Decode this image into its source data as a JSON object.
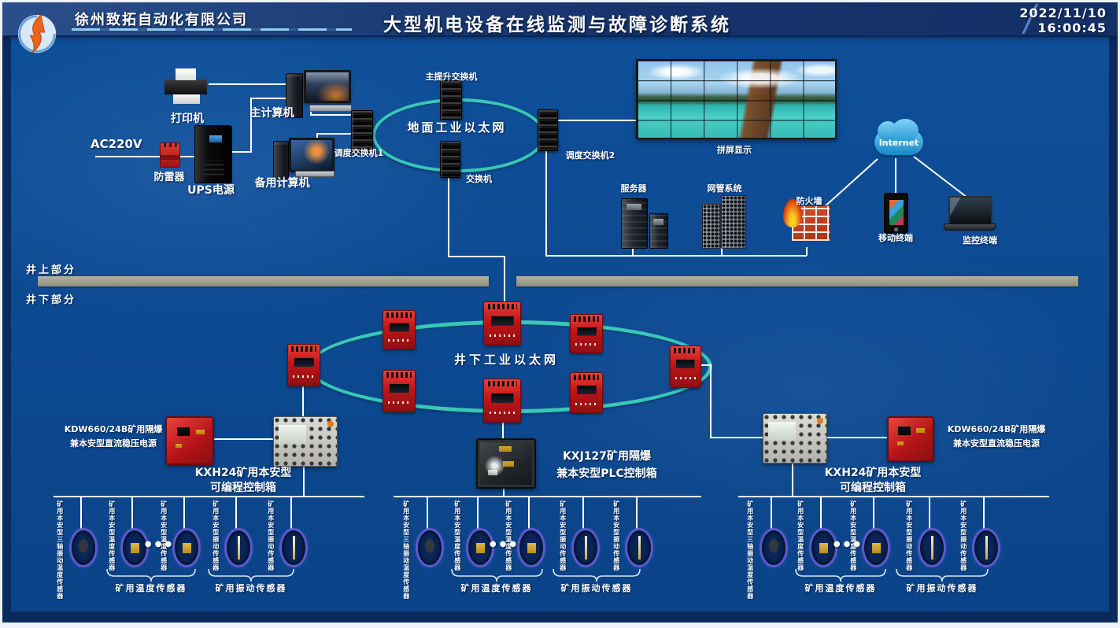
{
  "header": {
    "company": "徐州致拓自动化有限公司",
    "title": "大型机电设备在线监测与故障诊断系统",
    "date": "2022/11/10",
    "time": "16:00:45"
  },
  "sections": {
    "above_ground": "井上部分",
    "below_ground": "井下部分"
  },
  "surface": {
    "ac_input": "AC220V",
    "printer": "打印机",
    "main_computer": "主计算机",
    "backup_computer": "备用计算机",
    "surge_arrester": "防雷器",
    "ups": "UPS电源",
    "dispatch_switch_1": "调度交换机1",
    "hoist_switch": "主提升交换机",
    "switch": "交换机",
    "dispatch_switch_2": "调度交换机2",
    "ground_ring": "地面工业以太网",
    "video_wall": "拼屏显示",
    "server": "服务器",
    "network_mgmt": "网管系统",
    "firewall": "防火墙",
    "internet": "Internet",
    "mobile_terminal": "移动终端",
    "monitor_terminal": "监控终端"
  },
  "underground": {
    "ring": "井下工业以太网",
    "power_supply_line1": "KDW660/24B矿用隔爆",
    "power_supply_line2": "兼本安型直流稳压电源",
    "controller_line1": "KXH24矿用本安型",
    "controller_line2": "可编程控制箱",
    "plc_line1": "KXJ127矿用隔爆",
    "plc_line2": "兼本安型PLC控制箱",
    "sensor_triaxial": "矿用本安型三轴振动温度传感器",
    "sensor_temperature": "矿用本安型温度传感器",
    "sensor_vibration": "矿用本安型振动传感器",
    "group_temperature": "矿用温度传感器",
    "group_vibration": "矿用振动传感器",
    "ellipsis": "●●●"
  },
  "colors": {
    "background": "#0d4c96",
    "frame": "#0a2a5e",
    "ring": "#38c8b6",
    "divider": "#9c9c8c",
    "device_red": "#c0181e",
    "line": "#ffffff"
  }
}
